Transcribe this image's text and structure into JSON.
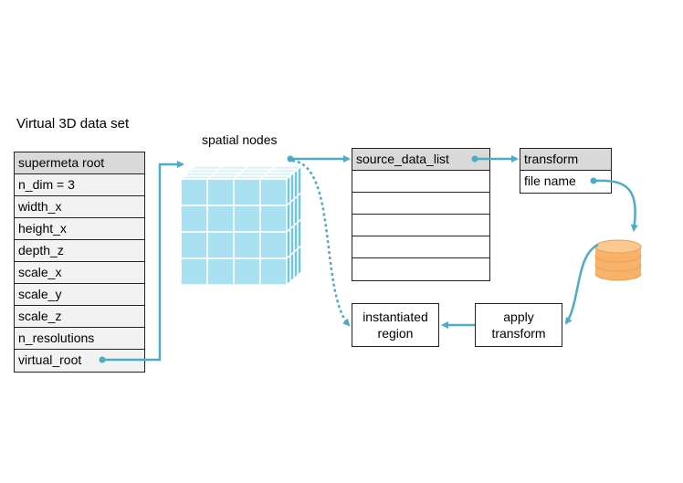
{
  "title": "Virtual 3D data set",
  "supermeta": {
    "header": "supermeta root",
    "fields": [
      "n_dim = 3",
      "width_x",
      "height_x",
      "depth_z",
      "scale_x",
      "scale_y",
      "scale_z",
      "n_resolutions",
      "virtual_root"
    ]
  },
  "spatial_nodes_label": "spatial nodes",
  "source_data_list": {
    "header": "source_data_list",
    "empty_rows": 5
  },
  "transform": {
    "header": "transform",
    "file_name": "file name"
  },
  "apply_transform": "apply\ntransform",
  "instantiated_region": "instantiated\nregion",
  "colors": {
    "connector": "#4bacc6",
    "cube_face": "#a9e1f3",
    "cube_top": "#d9f2fa",
    "cube_side": "#6ec6e3",
    "disk": "#f8b26a",
    "header_fill": "#d9d9d9",
    "row_fill": "#f2f2f2"
  }
}
